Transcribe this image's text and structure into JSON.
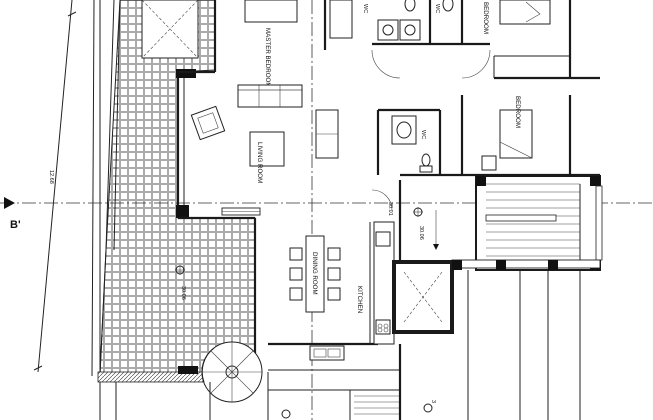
{
  "labels": {
    "master_bedroom": "MASTER BEDROOM",
    "wc_top_left": "WC",
    "wc_top_right": "WC",
    "bedroom_top_right": "BEDROOM",
    "bedroom_right": "BEDROOM",
    "wc_middle": "WC",
    "living_room": "LIVING ROOM",
    "dining_room": "DINING ROOM",
    "kitchen": "KITCHEN",
    "section_marker": "B'",
    "dim_length": "12.68",
    "level_terrace": "30.06",
    "level_hall": "30.06",
    "level_step": "30.01",
    "level_bottom": "3"
  },
  "colors": {
    "walls": "#1a1a1a",
    "lines": "#222222",
    "background": "#ffffff"
  }
}
